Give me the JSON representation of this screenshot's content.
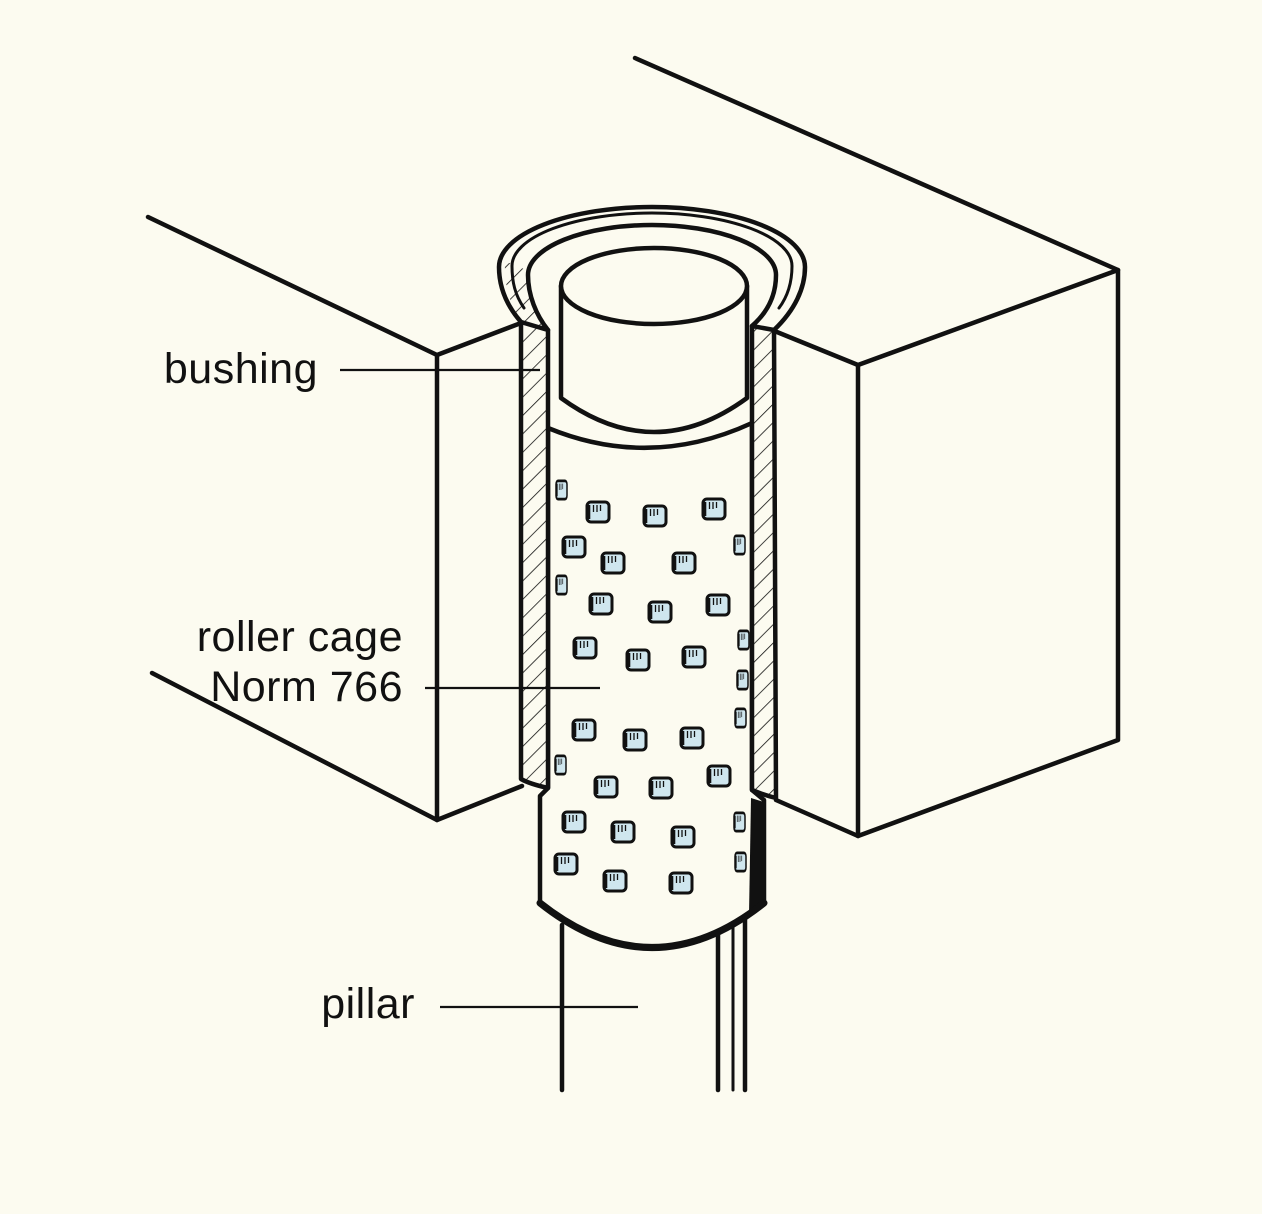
{
  "diagram": {
    "labels": {
      "bushing": "bushing",
      "roller_cage": "roller cage",
      "roller_cage_norm": "Norm 766",
      "pillar": "pillar"
    }
  },
  "colors": {
    "background": "#fcfbf0",
    "line": "#111111",
    "roller_fill": "#cfe6ee"
  }
}
